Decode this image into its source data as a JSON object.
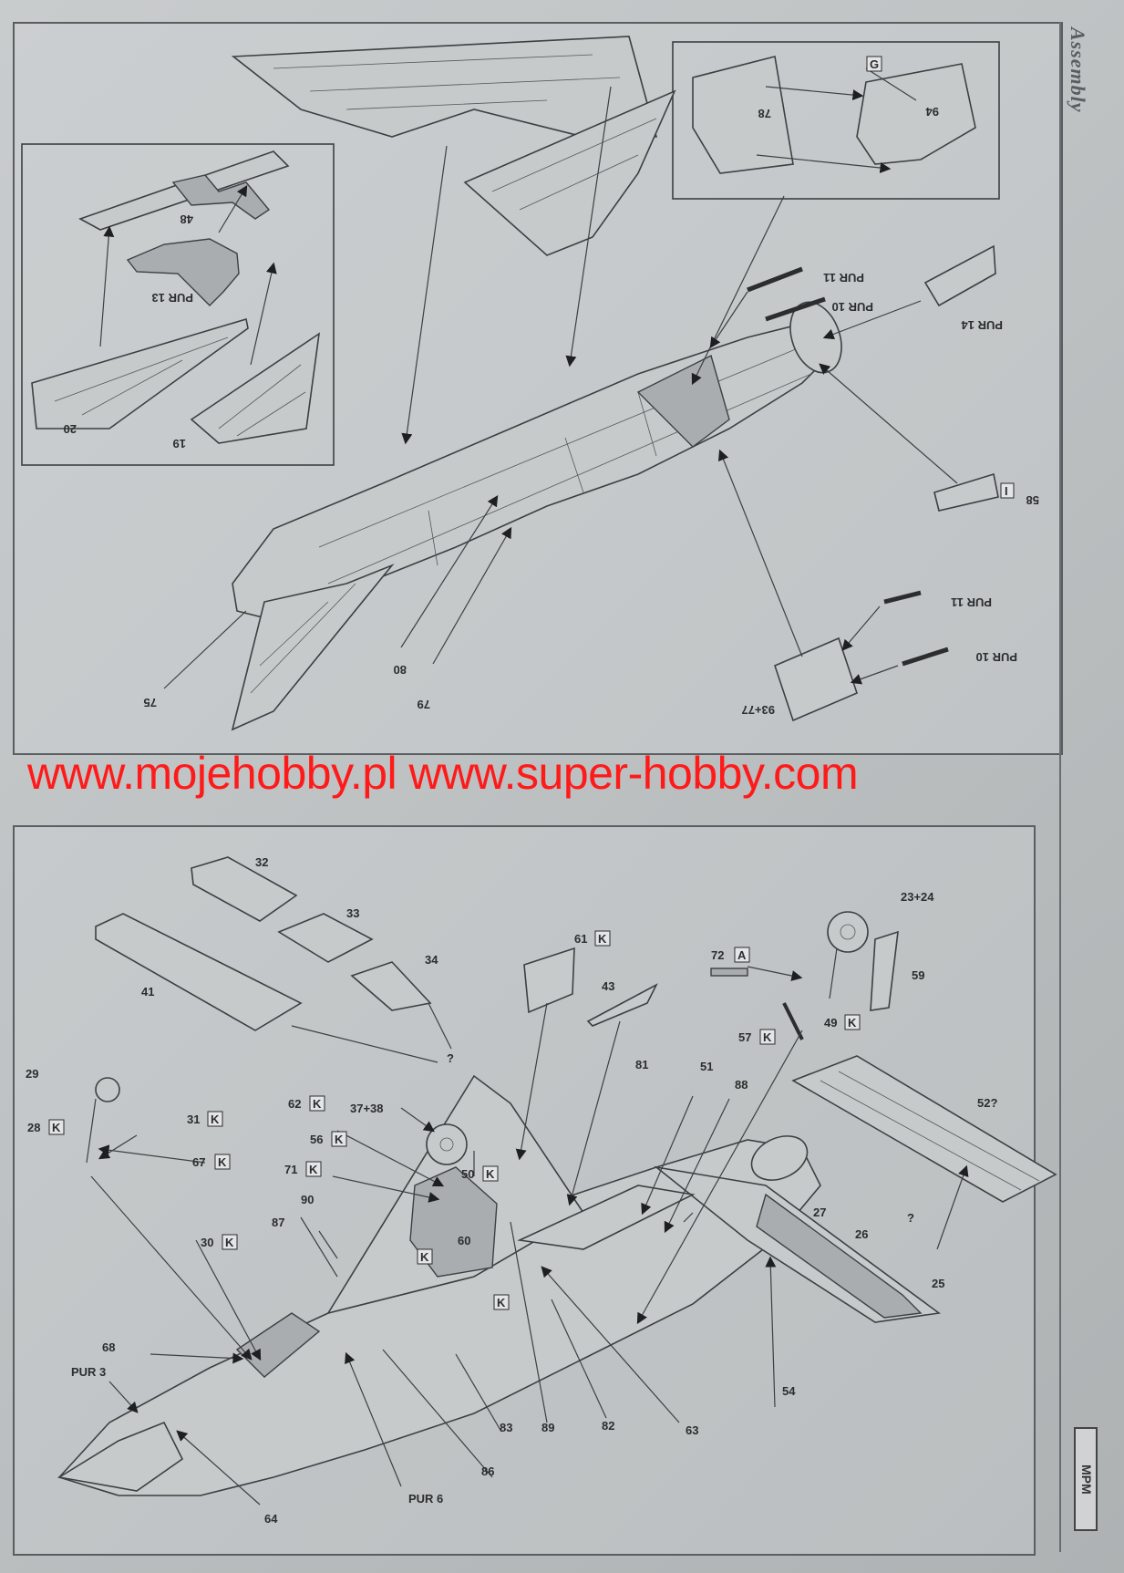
{
  "sidebar": {
    "title": "Assembly",
    "logo": "MPM"
  },
  "watermark": {
    "text": "www.mojehobby.pl www.super-hobby.com"
  },
  "top_panel": {
    "labels": {
      "p48": "48",
      "pur13": "PUR 13",
      "p20": "20",
      "p19": "19",
      "p78": "78",
      "g": "G",
      "p94": "94",
      "pur11a": "PUR 11",
      "pur10a": "PUR 10",
      "pur14": "PUR 14",
      "p58": "58",
      "i": "I",
      "pur11b": "PUR 11",
      "pur10b": "PUR 10",
      "p93": "93+77",
      "p80": "80",
      "p79": "79",
      "p75": "75"
    }
  },
  "bottom_panel": {
    "labels": {
      "p32": "32",
      "p33": "33",
      "p34": "34",
      "p41": "41",
      "p61": "61",
      "p43": "43",
      "p72": "72",
      "a": "A",
      "p2324": "23+24",
      "p59": "59",
      "p57": "57",
      "p49": "49",
      "q1": "?",
      "p29": "29",
      "p31": "31",
      "p28": "28",
      "p62": "62",
      "p3738": "37+38",
      "p56": "56",
      "p67": "67",
      "p71": "71",
      "p50": "50",
      "p81": "81",
      "p51": "51",
      "p88": "88",
      "p52": "52?",
      "p90": "90",
      "p87": "87",
      "p30": "30",
      "p60": "60",
      "p27": "27",
      "p26": "26",
      "q2": "?",
      "p25": "25",
      "p68": "68",
      "pur3": "PUR 3",
      "p83": "83",
      "p89": "89",
      "p82": "82",
      "p63": "63",
      "p54": "54",
      "p86": "86",
      "pur6": "PUR 6",
      "p64": "64",
      "k": "K"
    }
  }
}
